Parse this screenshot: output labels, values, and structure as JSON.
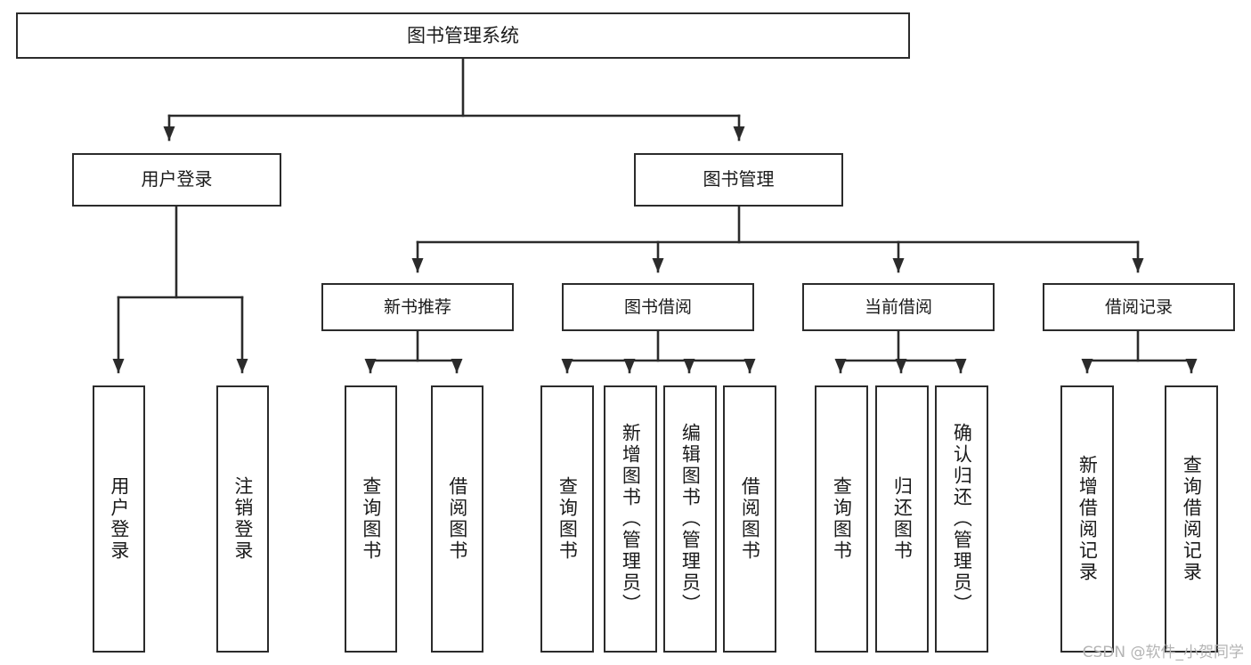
{
  "diagram": {
    "kind": "tree-chart",
    "title": "图书管理系统",
    "root": {
      "label": "图书管理系统"
    },
    "level2": [
      {
        "label": "用户登录"
      },
      {
        "label": "图书管理"
      }
    ],
    "level3": [
      {
        "label": "新书推荐"
      },
      {
        "label": "图书借阅"
      },
      {
        "label": "当前借阅"
      },
      {
        "label": "借阅记录"
      }
    ],
    "leaves": {
      "user_login": [
        {
          "label": "用户登录"
        },
        {
          "label": "注销登录"
        }
      ],
      "new_book": [
        {
          "label": "查询图书"
        },
        {
          "label": "借阅图书"
        }
      ],
      "book_borrow": [
        {
          "label": "查询图书"
        },
        {
          "label": "新增图书（管理员）"
        },
        {
          "label": "编辑图书（管理员）"
        },
        {
          "label": "借阅图书"
        }
      ],
      "current_borrow": [
        {
          "label": "查询图书"
        },
        {
          "label": "归还图书"
        },
        {
          "label": "确认归还（管理员）"
        }
      ],
      "borrow_record": [
        {
          "label": "新增借阅记录"
        },
        {
          "label": "查询借阅记录"
        }
      ]
    }
  },
  "watermark": {
    "text": "CSDN @软件_小贺同学"
  },
  "colors": {
    "box_border": "#2b2b2b",
    "box_fill": "#ffffff",
    "text": "#1a1a1a",
    "connector": "#2b2b2b",
    "watermark": "#b4b4b4",
    "background": "#ffffff"
  }
}
